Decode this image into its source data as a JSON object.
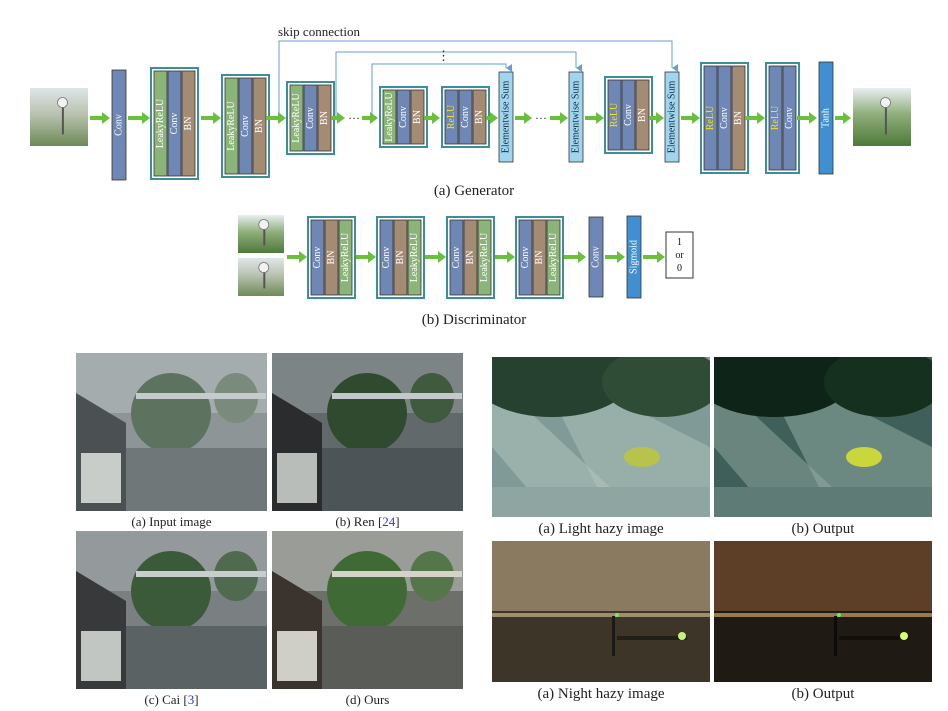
{
  "generator": {
    "caption": "(a) Generator",
    "skip_label": "skip connection",
    "ellipsis": "···",
    "vdots": "⋮",
    "layers": {
      "conv": "Conv",
      "bn": "BN",
      "leaky": "LeakyReLU",
      "relu": "ReLU",
      "tanh": "Tanh",
      "esum": "Elementwise Sum"
    }
  },
  "discriminator": {
    "caption": "(b) Discriminator",
    "sigmoid": "Sigmoid",
    "output_top": "1",
    "output_mid": "or",
    "output_bot": "0"
  },
  "comparison": {
    "input_caption": "(a) Input image",
    "ren_caption": "(b) Ren [",
    "ren_ref": "24",
    "cai_caption": "(c) Cai [",
    "cai_ref": "3",
    "ours_caption": "(d) Ours",
    "close_bracket": "]"
  },
  "examples": {
    "light_caption": "(a) Light hazy image",
    "light_output_caption": "(b) Output",
    "night_caption": "(a) Night hazy image",
    "night_output_caption": "(b) Output"
  },
  "colors": {
    "conv": "#6f87b5",
    "bn": "#a48b74",
    "leaky": "#8bb478",
    "relu_text": "#f0e21a",
    "esum": "#9fd5ef",
    "tanh": "#3f8fd1",
    "group_border": "#3a8f9a",
    "arrow": "#6abf3b",
    "skip_line": "#6a9bd8"
  }
}
